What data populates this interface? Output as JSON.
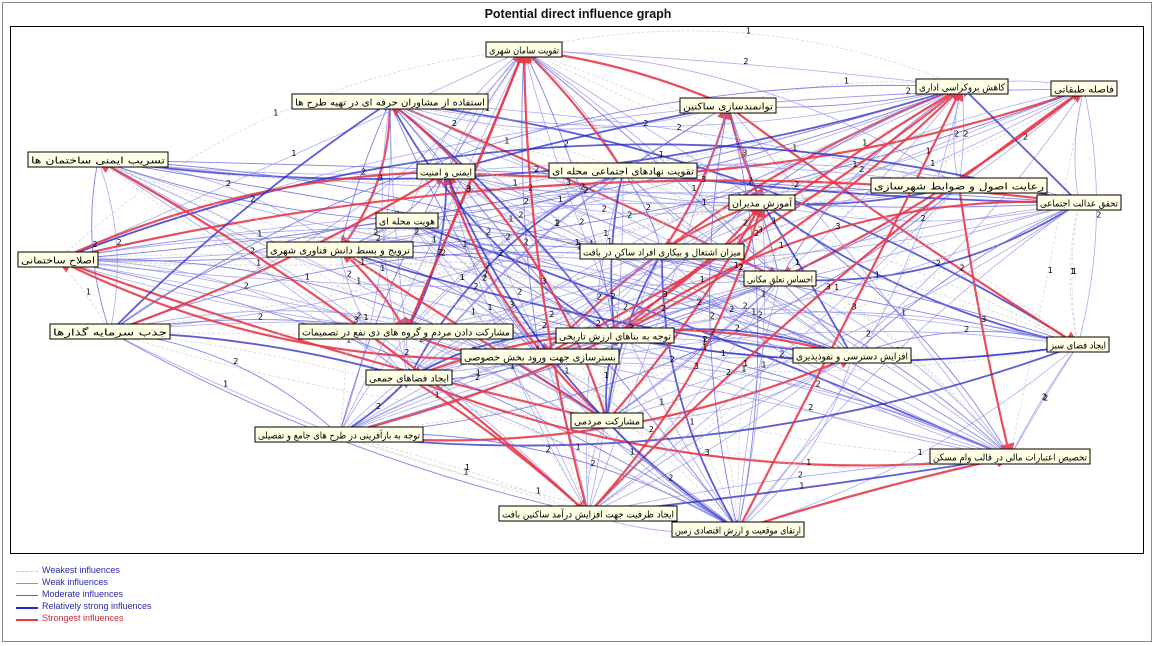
{
  "title": "Potential direct influence graph",
  "legend": [
    {
      "label": "Weakest influences",
      "color": "#c8c8c8",
      "level": 1
    },
    {
      "label": "Weak influences",
      "color": "#8e8ee8",
      "level": 2
    },
    {
      "label": "Moderate influences",
      "color": "#5a5ae0",
      "level": 3
    },
    {
      "label": "Relatively strong influences",
      "color": "#2626c8",
      "level": 4
    },
    {
      "label": "Strongest influences",
      "color": "#e83a4a",
      "level": 5
    }
  ],
  "nodes": [
    {
      "id": "n1",
      "label": "تقویت سامان شهری"
    },
    {
      "id": "n2",
      "label": "استفاده از مشاوران حرفه ای در تهیه طرح ها"
    },
    {
      "id": "n3",
      "label": "توانمندسازی ساکنین"
    },
    {
      "id": "n4",
      "label": "کاهش بروکراسی اداری"
    },
    {
      "id": "n5",
      "label": "فاصله طبقاتی"
    },
    {
      "id": "n6",
      "label": "تسریب ایمنی ساختمان ها"
    },
    {
      "id": "n7",
      "label": "ایمنی و امنیت"
    },
    {
      "id": "n8",
      "label": "تقویت نهادهای اجتماعی محله ای"
    },
    {
      "id": "n9",
      "label": "آموزش مدیران"
    },
    {
      "id": "n10",
      "label": "رعایت اصول و ضوابط شهرسازی"
    },
    {
      "id": "n11",
      "label": "تحقق عدالت اجتماعی"
    },
    {
      "id": "n12",
      "label": "هویت محله ای"
    },
    {
      "id": "n13",
      "label": "ترویج و بسط دانش فناوری شهری"
    },
    {
      "id": "n14",
      "label": "میزان اشتغال و بیکاری افراد ساکن در بافت"
    },
    {
      "id": "n15",
      "label": "اصلاح ساختمانی"
    },
    {
      "id": "n16",
      "label": "احساس تعلق مکانی"
    },
    {
      "id": "n17",
      "label": "جذب سرمایه گذارها"
    },
    {
      "id": "n18",
      "label": "مشارکت دادن مردم و گروه های ذی نفع در تصمیمات"
    },
    {
      "id": "n19",
      "label": "توجه به بناهای ارزش تاریخی"
    },
    {
      "id": "n20",
      "label": "بسترسازی جهت ورود بخش خصوصی"
    },
    {
      "id": "n21",
      "label": "افزایش دسترسی و نفوذپذیری"
    },
    {
      "id": "n22",
      "label": "ایجاد فضای سبز"
    },
    {
      "id": "n23",
      "label": "ایجاد فضاهای جمعی"
    },
    {
      "id": "n24",
      "label": "مشارکت مردمی"
    },
    {
      "id": "n25",
      "label": "توجه به بازآفرینی در طرح های جامع و تفصیلی"
    },
    {
      "id": "n26",
      "label": "تخصیص اعتبارات مالی در قالب وام مسکن"
    },
    {
      "id": "n27",
      "label": "ایجاد ظرفیت جهت افزایش درآمد ساکنین بافت"
    },
    {
      "id": "n28",
      "label": "ارتقای موقعیت و ارزش اقتصادی زمین"
    }
  ]
}
